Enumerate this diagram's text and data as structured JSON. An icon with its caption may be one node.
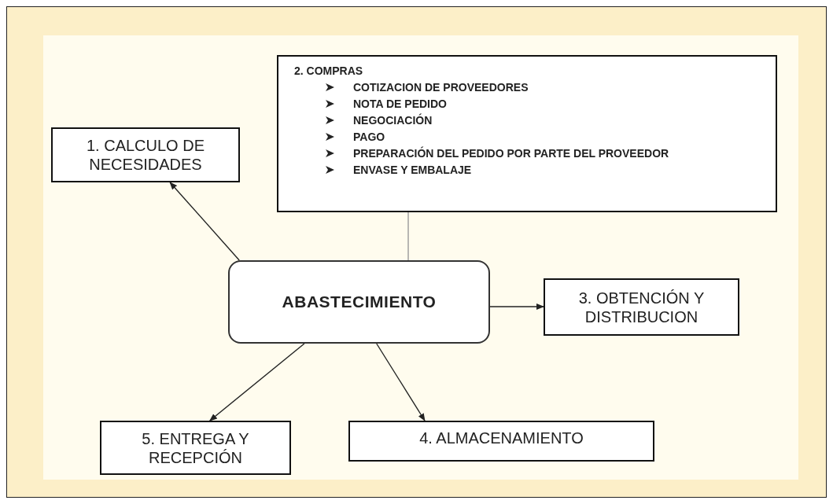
{
  "diagram": {
    "nodes": [
      {
        "text": [
          "ABASTECIMIENTO"
        ]
      },
      {
        "text": [
          "1. CALCULO DE NECESIDADES"
        ]
      },
      {
        "text": [
          "2. COMPRAS",
          "COTIZACION DE PROVEEDORES",
          "NOTA DE PEDIDO",
          "NEGOCIACIÓN",
          "PAGO",
          "PREPARACIÓN DEL PEDIDO POR PARTE DEL PROVEEDOR",
          "ENVASE Y EMBALAJE"
        ]
      },
      {
        "text": [
          "3. OBTENCIÓN Y DISTRIBUCION"
        ]
      },
      {
        "text": [
          "4. ALMACENAMIENTO"
        ]
      },
      {
        "text": [
          "5. ENTREGA Y RECEPCIÓN"
        ]
      }
    ],
    "edges": [
      {
        "from": 0,
        "to": 1,
        "arrow": "to"
      },
      {
        "from": 0,
        "to": 2,
        "arrow": "none",
        "color": "#9a9a9a"
      },
      {
        "from": 0,
        "to": 3,
        "arrow": "to"
      },
      {
        "from": 0,
        "to": 5,
        "arrow": "to"
      },
      {
        "from": 0,
        "to": 4,
        "arrow": "to"
      }
    ]
  }
}
